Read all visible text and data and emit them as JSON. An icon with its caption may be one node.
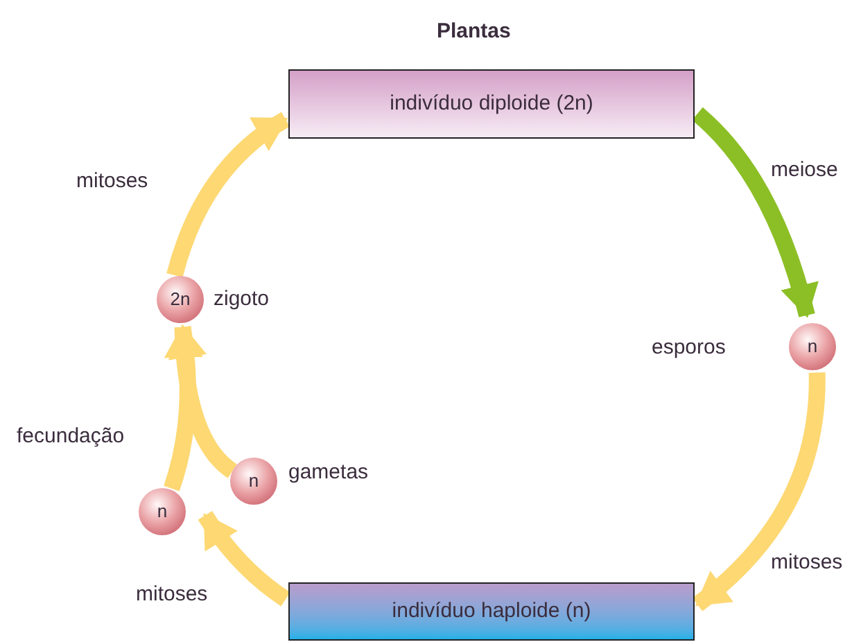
{
  "diagram": {
    "title": "Plantas",
    "nodes": [
      {
        "text": [
          "indivíduo diploide (2n)"
        ]
      },
      {
        "text": [
          "n"
        ],
        "beside": [
          "esporos"
        ]
      },
      {
        "text": [
          "indivíduo haploide (n)"
        ]
      },
      {
        "text": [
          "n"
        ]
      },
      {
        "text": [
          "n"
        ],
        "beside": [
          "gametas"
        ]
      },
      {
        "text": [
          "2n"
        ],
        "beside": [
          "zigoto"
        ]
      }
    ],
    "edges": [
      {
        "from": 0,
        "to": 1,
        "arrow": "to",
        "label": "meiose",
        "color": "#8cbf26"
      },
      {
        "from": 1,
        "to": 2,
        "arrow": "to",
        "label": "mitoses"
      },
      {
        "from": 2,
        "to": 3,
        "arrow": "to",
        "label": "mitoses"
      },
      {
        "from": 3,
        "to": 5,
        "arrow": "to",
        "label": "fecundação"
      },
      {
        "from": 4,
        "to": 5,
        "arrow": "to"
      },
      {
        "from": 5,
        "to": 0,
        "arrow": "to",
        "label": "mitoses"
      }
    ]
  }
}
